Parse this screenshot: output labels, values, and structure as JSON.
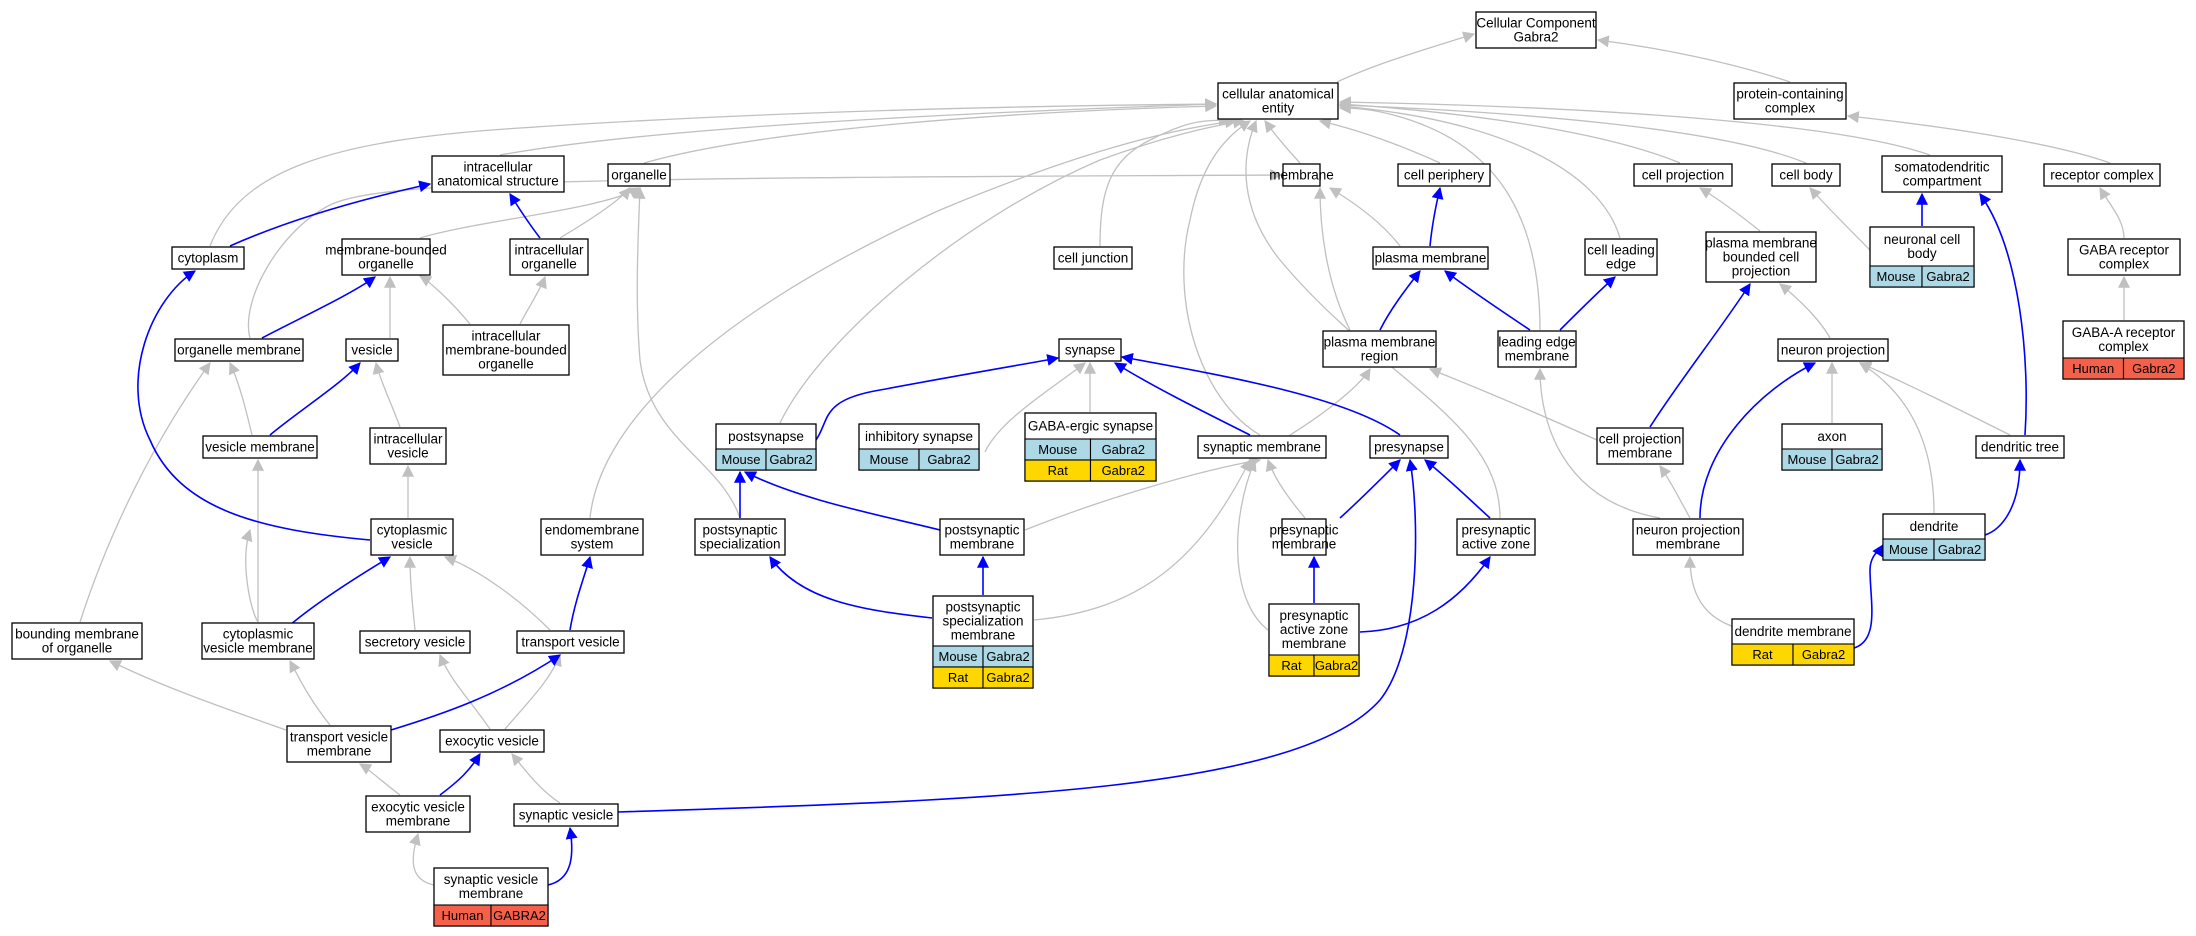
{
  "diagram_title": "Cellular Component Gabra2",
  "colors": {
    "is_a_edge": "#c0c0c0",
    "part_of_edge": "#0000ff",
    "node_border": "#000000",
    "node_fill": "#ffffff",
    "mouse_fill": "#add8e6",
    "rat_fill": "#ffd700",
    "human_fill": "#f4604a"
  },
  "edge_types": [
    "is_a",
    "part_of"
  ],
  "nodes": [
    {
      "id": "root",
      "lines": [
        "Cellular Component",
        "Gabra2"
      ]
    },
    {
      "id": "cae",
      "lines": [
        "cellular anatomical",
        "entity"
      ]
    },
    {
      "id": "pcc",
      "lines": [
        "protein-containing",
        "complex"
      ]
    },
    {
      "id": "ias",
      "lines": [
        "intracellular",
        "anatomical structure"
      ]
    },
    {
      "id": "organelle",
      "lines": [
        "organelle"
      ]
    },
    {
      "id": "membrane",
      "lines": [
        "membrane"
      ]
    },
    {
      "id": "cellperiph",
      "lines": [
        "cell periphery"
      ]
    },
    {
      "id": "cellproj",
      "lines": [
        "cell projection"
      ]
    },
    {
      "id": "cellbody",
      "lines": [
        "cell body"
      ]
    },
    {
      "id": "somato",
      "lines": [
        "somatodendritic",
        "compartment"
      ]
    },
    {
      "id": "receptorcx",
      "lines": [
        "receptor complex"
      ]
    },
    {
      "id": "cytoplasm",
      "lines": [
        "cytoplasm"
      ]
    },
    {
      "id": "mbo",
      "lines": [
        "membrane-bounded",
        "organelle"
      ]
    },
    {
      "id": "intorg",
      "lines": [
        "intracellular",
        "organelle"
      ]
    },
    {
      "id": "celljunction",
      "lines": [
        "cell junction"
      ]
    },
    {
      "id": "plasmamem",
      "lines": [
        "plasma membrane"
      ]
    },
    {
      "id": "cellleading",
      "lines": [
        "cell leading",
        "edge"
      ]
    },
    {
      "id": "pmbcp",
      "lines": [
        "plasma membrane",
        "bounded cell",
        "projection"
      ]
    },
    {
      "id": "ncb",
      "lines": [
        "neuronal cell",
        "body"
      ],
      "annotations": [
        [
          "Mouse",
          "Gabra2"
        ]
      ]
    },
    {
      "id": "gabarc",
      "lines": [
        "GABA receptor",
        "complex"
      ]
    },
    {
      "id": "orgmem",
      "lines": [
        "organelle membrane"
      ]
    },
    {
      "id": "vesicle",
      "lines": [
        "vesicle"
      ]
    },
    {
      "id": "imbo",
      "lines": [
        "intracellular",
        "membrane-bounded",
        "organelle"
      ]
    },
    {
      "id": "synapse",
      "lines": [
        "synapse"
      ]
    },
    {
      "id": "pmr",
      "lines": [
        "plasma membrane",
        "region"
      ]
    },
    {
      "id": "lem",
      "lines": [
        "leading edge",
        "membrane"
      ]
    },
    {
      "id": "neuronproj",
      "lines": [
        "neuron projection"
      ]
    },
    {
      "id": "gabaa",
      "lines": [
        "GABA-A receptor",
        "complex"
      ],
      "annotations": [
        [
          "Human",
          "Gabra2"
        ]
      ]
    },
    {
      "id": "postsynapse",
      "lines": [
        "postsynapse"
      ],
      "annotations": [
        [
          "Mouse",
          "Gabra2"
        ]
      ]
    },
    {
      "id": "inhib",
      "lines": [
        "inhibitory synapse"
      ],
      "annotations": [
        [
          "Mouse",
          "Gabra2"
        ]
      ]
    },
    {
      "id": "gabaergic",
      "lines": [
        "GABA-ergic synapse"
      ],
      "annotations": [
        [
          "Mouse",
          "Gabra2"
        ],
        [
          "Rat",
          "Gabra2"
        ]
      ]
    },
    {
      "id": "axon",
      "lines": [
        "axon"
      ],
      "annotations": [
        [
          "Mouse",
          "Gabra2"
        ]
      ]
    },
    {
      "id": "vesmem",
      "lines": [
        "vesicle membrane"
      ]
    },
    {
      "id": "intves",
      "lines": [
        "intracellular",
        "vesicle"
      ]
    },
    {
      "id": "synmem",
      "lines": [
        "synaptic membrane"
      ]
    },
    {
      "id": "presynapse",
      "lines": [
        "presynapse"
      ]
    },
    {
      "id": "cpm",
      "lines": [
        "cell projection",
        "membrane"
      ]
    },
    {
      "id": "dendtree",
      "lines": [
        "dendritic tree"
      ]
    },
    {
      "id": "cytoves",
      "lines": [
        "cytoplasmic",
        "vesicle"
      ]
    },
    {
      "id": "endosys",
      "lines": [
        "endomembrane",
        "system"
      ]
    },
    {
      "id": "postspec",
      "lines": [
        "postsynaptic",
        "specialization"
      ]
    },
    {
      "id": "postmem",
      "lines": [
        "postsynaptic",
        "membrane"
      ]
    },
    {
      "id": "premem",
      "lines": [
        "presynaptic",
        "membrane"
      ]
    },
    {
      "id": "preaz",
      "lines": [
        "presynaptic",
        "active zone"
      ]
    },
    {
      "id": "npm",
      "lines": [
        "neuron projection",
        "membrane"
      ]
    },
    {
      "id": "dendrite",
      "lines": [
        "dendrite"
      ],
      "annotations": [
        [
          "Mouse",
          "Gabra2"
        ]
      ]
    },
    {
      "id": "bmo",
      "lines": [
        "bounding membrane",
        "of organelle"
      ]
    },
    {
      "id": "cvm",
      "lines": [
        "cytoplasmic",
        "vesicle membrane"
      ]
    },
    {
      "id": "secves",
      "lines": [
        "secretory vesicle"
      ]
    },
    {
      "id": "transves",
      "lines": [
        "transport vesicle"
      ]
    },
    {
      "id": "psm",
      "lines": [
        "postsynaptic",
        "specialization",
        "membrane"
      ],
      "annotations": [
        [
          "Mouse",
          "Gabra2"
        ],
        [
          "Rat",
          "Gabra2"
        ]
      ]
    },
    {
      "id": "pazm",
      "lines": [
        "presynaptic",
        "active zone",
        "membrane"
      ],
      "annotations": [
        [
          "Rat",
          "Gabra2"
        ]
      ]
    },
    {
      "id": "dendmem",
      "lines": [
        "dendrite membrane"
      ],
      "annotations": [
        [
          "Rat",
          "Gabra2"
        ]
      ]
    },
    {
      "id": "tvm",
      "lines": [
        "transport vesicle",
        "membrane"
      ]
    },
    {
      "id": "exoves",
      "lines": [
        "exocytic vesicle"
      ]
    },
    {
      "id": "evm",
      "lines": [
        "exocytic vesicle",
        "membrane"
      ]
    },
    {
      "id": "synves",
      "lines": [
        "synaptic vesicle"
      ]
    },
    {
      "id": "svm",
      "lines": [
        "synaptic vesicle",
        "membrane"
      ],
      "annotations": [
        [
          "Human",
          "GABRA2"
        ]
      ]
    }
  ]
}
